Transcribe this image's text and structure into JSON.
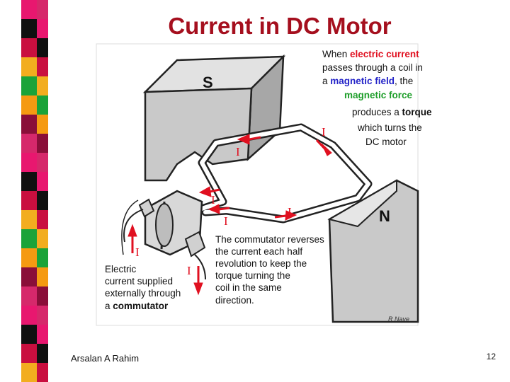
{
  "slide": {
    "title": "Current in DC Motor",
    "footer_author": "Arsalan A Rahim",
    "page_number": "12"
  },
  "diagram": {
    "pole_south": "S",
    "pole_north": "N",
    "current_symbol": "I",
    "credit": "R Nave"
  },
  "explanation": {
    "l1_a": "When ",
    "l1_b": "electric current",
    "l2": "passes through a  coil in",
    "l3_a": "a ",
    "l3_b": "magnetic field",
    "l3_c": ", the",
    "l4": "magnetic force",
    "l5_a": "produces a ",
    "l5_b": "torque",
    "l6": "which turns the",
    "l7": "DC motor"
  },
  "commutator_note": {
    "lines": [
      "The commutator reverses",
      "the current each half",
      "revolution to keep the",
      "torque turning the",
      "coil in the same",
      "direction."
    ]
  },
  "supply_note": {
    "l1": "Electric",
    "l2": "current supplied",
    "l3": "externally through",
    "l4_a": "a ",
    "l4_b": "commutator"
  },
  "colors": {
    "title": "#a50f1e",
    "arrow": "#e01020",
    "magnet": "#c8c8c8",
    "stripe": [
      "#e8176f",
      "#f2ad1f",
      "#8a0e39",
      "#101010",
      "#1aa339",
      "#d6286b",
      "#c90f3f",
      "#f59a12"
    ]
  }
}
